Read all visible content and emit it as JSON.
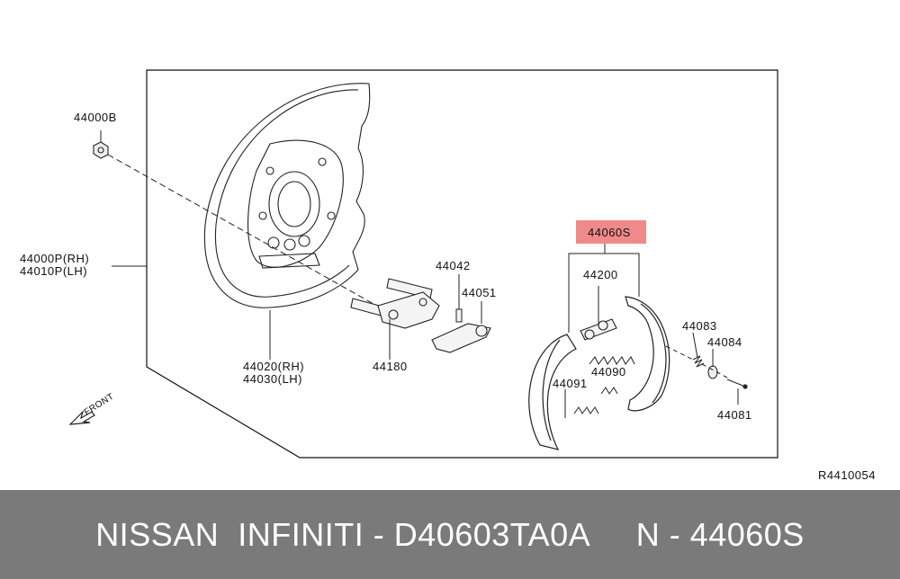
{
  "diagram": {
    "labels": {
      "nut": "44000B",
      "plate_rh": "44000P(RH)",
      "plate_lh": "44010P(LH)",
      "adjuster_rh": "44020(RH)",
      "adjuster_lh": "44030(LH)",
      "lever": "44180",
      "pin": "44042",
      "spring_clip": "44051",
      "shoe_set": "44060S",
      "adjuster": "44200",
      "spring_upper": "44090",
      "spring_lower": "44091",
      "hold_spring": "44083",
      "retainer": "44084",
      "hold_pin": "44081",
      "front": "FRONT",
      "ref_code": "R4410054"
    },
    "highlight_color": "#f08a8a"
  },
  "footer": {
    "text": "NISSAN  INFINITI - D40603TA0A     N - 44060S",
    "bg_color": "#7a7a7a"
  }
}
